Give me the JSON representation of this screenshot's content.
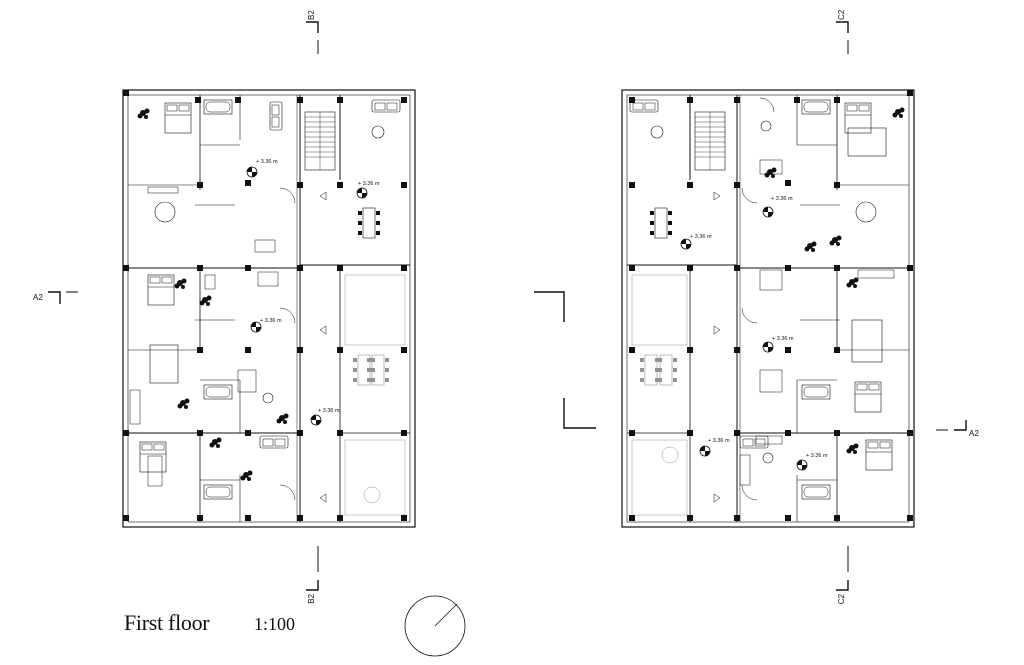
{
  "drawing": {
    "title": "First floor",
    "scale": "1:100"
  },
  "section_marks": {
    "b2_top": "B2",
    "b2_bottom": "B2",
    "c2_top": "C2",
    "c2_bottom": "C2",
    "a2_left": "A2",
    "a2_right": "A2"
  },
  "level_marker": "+ 3.36 m"
}
